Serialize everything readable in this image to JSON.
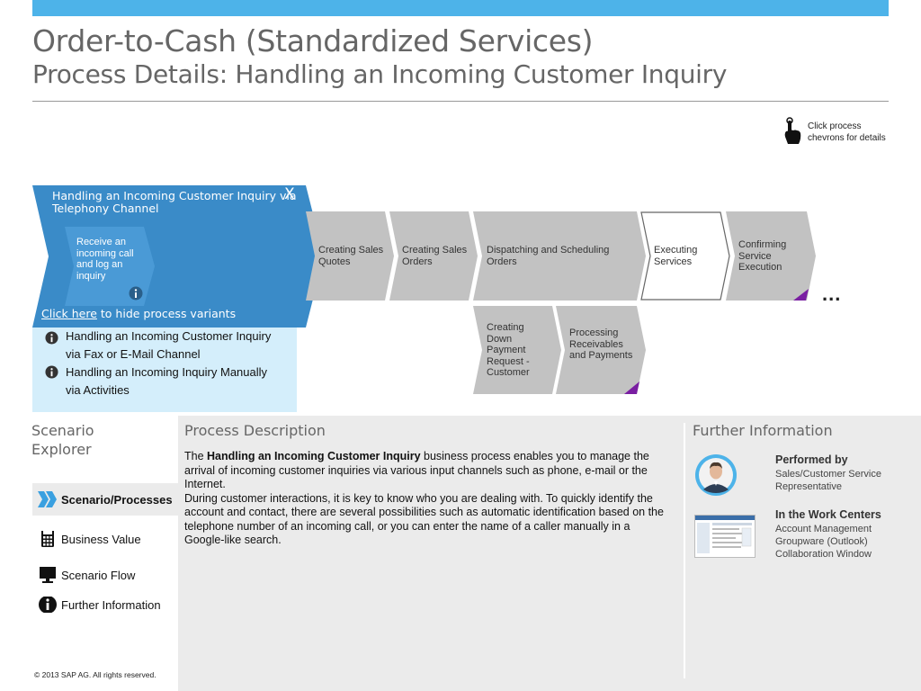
{
  "header": {
    "title": "Order-to-Cash (Standardized Services)",
    "subtitle": "Process Details: Handling an Incoming Customer Inquiry"
  },
  "hint": {
    "line1": "Click process",
    "line2": "chevrons for details"
  },
  "variant_panel": {
    "title": "Handling an Incoming Customer Inquiry via Telephony Channel",
    "close": "X",
    "step_label": "Receive an incoming call and log an inquiry",
    "link_text": "Click here",
    "link_suffix": " to hide process variants",
    "variants": [
      {
        "line1": "Handling an Incoming Customer Inquiry",
        "line2": "via Fax or E-Mail Channel"
      },
      {
        "line1": "Handling an Incoming Inquiry Manually",
        "line2": "via Activities"
      }
    ]
  },
  "process_steps": {
    "creating_sales_quotes": "Creating Sales Quotes",
    "creating_sales_orders": "Creating Sales Orders",
    "dispatching": "Dispatching and Scheduling Orders",
    "executing": "Executing Services",
    "confirming": "Confirming Service Execution",
    "creating_down_payment": "Creating Down Payment Request - Customer",
    "processing_receivables": "Processing Receivables and Payments",
    "more": "..."
  },
  "explorer": {
    "title_line1": "Scenario",
    "title_line2": "Explorer",
    "items": [
      {
        "label": "Scenario/Processes",
        "icon": "double-chevron-icon"
      },
      {
        "label": "Business Value",
        "icon": "calculator-icon"
      },
      {
        "label": "Scenario Flow",
        "icon": "monitor-icon"
      },
      {
        "label": "Further Information",
        "icon": "info-icon"
      }
    ]
  },
  "copyright": "©  2013 SAP AG. All rights reserved.",
  "process_description": {
    "title": "Process Description",
    "p1_pre": "The ",
    "p1_bold": "Handling an Incoming Customer Inquiry",
    "p1_post": " business process enables you to manage the arrival of incoming customer inquiries via various input channels such as phone, e-mail or the Internet.",
    "p2": "During customer interactions, it is key to know who you are dealing with. To quickly identify the account and contact, there are several possibilities such as automatic identification based on the telephone number of an incoming call, or you can enter the name of a caller manually in a Google-like search."
  },
  "further_information": {
    "title": "Further Information",
    "performed_by_label": "Performed by",
    "performed_by_line1": "Sales/Customer Service",
    "performed_by_line2": "Representative",
    "work_centers_label": "In the Work Centers",
    "work_centers": [
      "Account Management",
      "Groupware (Outlook)",
      "Collaboration Window"
    ]
  },
  "colors": {
    "accent_blue": "#4db3e9",
    "panel_blue": "#3a8bc8",
    "variant_light": "#d4eefb",
    "chevron_grey": "#c2c2c2",
    "marker_purple": "#7a1fa2"
  }
}
